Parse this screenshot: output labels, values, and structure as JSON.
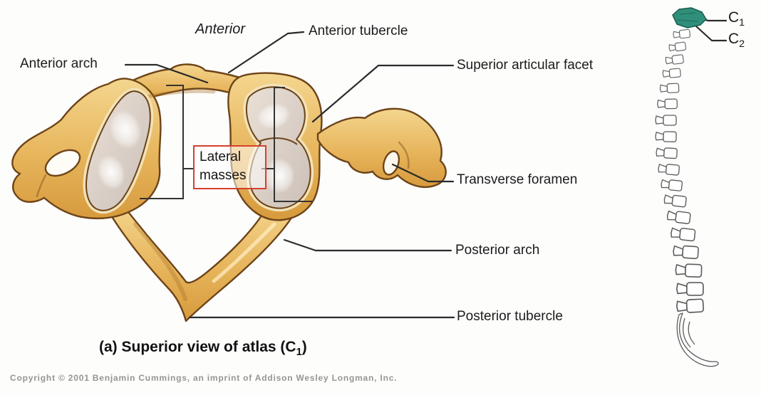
{
  "figure": {
    "orientation_label": "Anterior",
    "caption_prefix": "(a) Superior view of atlas (C",
    "caption_sub": "1",
    "caption_suffix": ")",
    "copyright": "Copyright © 2001 Benjamin Cummings, an imprint of Addison Wesley Longman, Inc."
  },
  "labels": {
    "anterior_tubercle": "Anterior tubercle",
    "anterior_arch": "Anterior arch",
    "superior_articular_facet": "Superior articular facet",
    "lateral_masses_line1": "Lateral",
    "lateral_masses_line2": "masses",
    "transverse_foramen": "Transverse foramen",
    "posterior_arch": "Posterior arch",
    "posterior_tubercle": "Posterior tubercle"
  },
  "spine_inset": {
    "c1_letter": "C",
    "c1_sub": "1",
    "c2_letter": "C",
    "c2_sub": "2"
  },
  "colors": {
    "bone_light": "#f2cf86",
    "bone_dark": "#dfa84a",
    "bone_outline": "#6d4418",
    "facet_light": "#e7ded3",
    "facet_dark": "#cfc3ba",
    "facet_rim": "#f1e2b8",
    "highlight_box_red": "#d6402c",
    "c1_highlight_teal": "#2f8f7a",
    "leader_line": "#2b2b2b",
    "sketch_gray": "#5c5c5c"
  }
}
